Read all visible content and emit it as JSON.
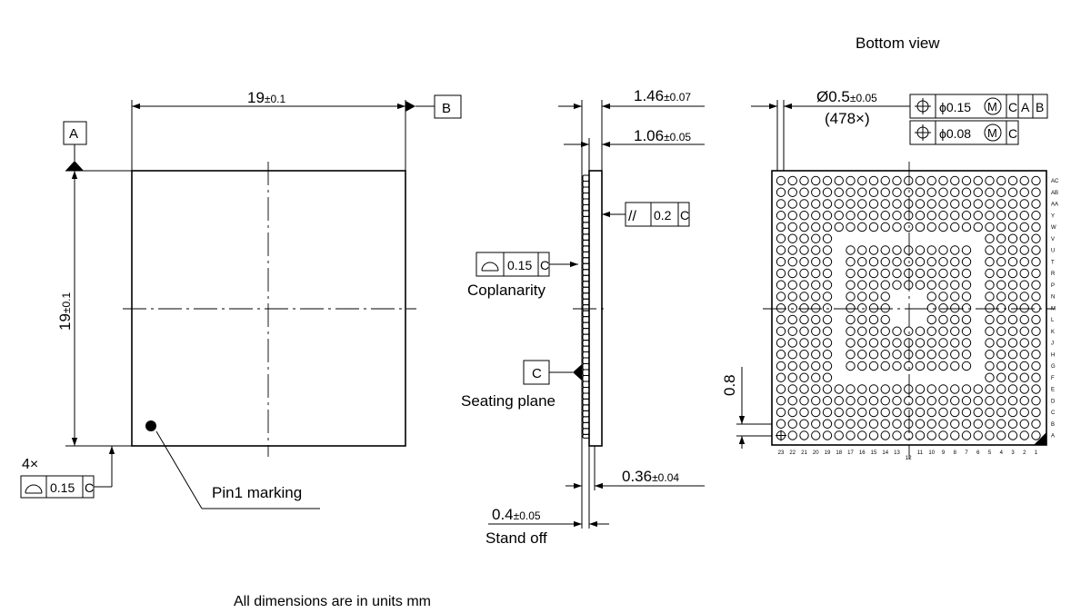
{
  "title_bottom_view": "Bottom view",
  "footer_note": "All dimensions are in units mm",
  "top_view": {
    "width_value": "19",
    "width_tol": "±0.1",
    "height_value": "19",
    "height_tol": "±0.1",
    "datum_a": "A",
    "datum_b": "B",
    "pin1_label": "Pin1 marking",
    "corner_count": "4×",
    "flatness_value": "0.15",
    "flatness_datum": "C"
  },
  "side_view": {
    "total_height_value": "1.46",
    "total_height_tol": "±0.07",
    "body_height_value": "1.06",
    "body_height_tol": "±0.05",
    "parallelism_symbol": "//",
    "parallelism_value": "0.2",
    "parallelism_datum": "C",
    "coplanarity_value": "0.15",
    "coplanarity_datum": "C",
    "coplanarity_label": "Coplanarity",
    "datum_c": "C",
    "seating_plane_label": "Seating plane",
    "ball_height_value": "0.36",
    "ball_height_tol": "±0.04",
    "standoff_value": "0.4",
    "standoff_tol": "±0.05",
    "standoff_label": "Stand off"
  },
  "bottom_view": {
    "ball_dia_value": "Ø0.5",
    "ball_dia_tol": "±0.05",
    "ball_count": "(478×)",
    "fcf1_value": "ϕ0.15",
    "fcf1_modifier": "M",
    "fcf1_datums": [
      "C",
      "A",
      "B"
    ],
    "fcf2_value": "ϕ0.08",
    "fcf2_modifier": "M",
    "fcf2_datums": [
      "C"
    ],
    "pitch_value": "0.8",
    "row_labels": [
      "AC",
      "AB",
      "AA",
      "Y",
      "W",
      "V",
      "U",
      "T",
      "R",
      "P",
      "N",
      "M",
      "L",
      "K",
      "J",
      "H",
      "G",
      "F",
      "E",
      "D",
      "C",
      "B",
      "A"
    ],
    "col_labels": [
      "23",
      "22",
      "21",
      "20",
      "19",
      "18",
      "17",
      "16",
      "15",
      "14",
      "13",
      "12",
      "11",
      "10",
      "9",
      "8",
      "7",
      "6",
      "5",
      "4",
      "3",
      "2",
      "1"
    ]
  }
}
